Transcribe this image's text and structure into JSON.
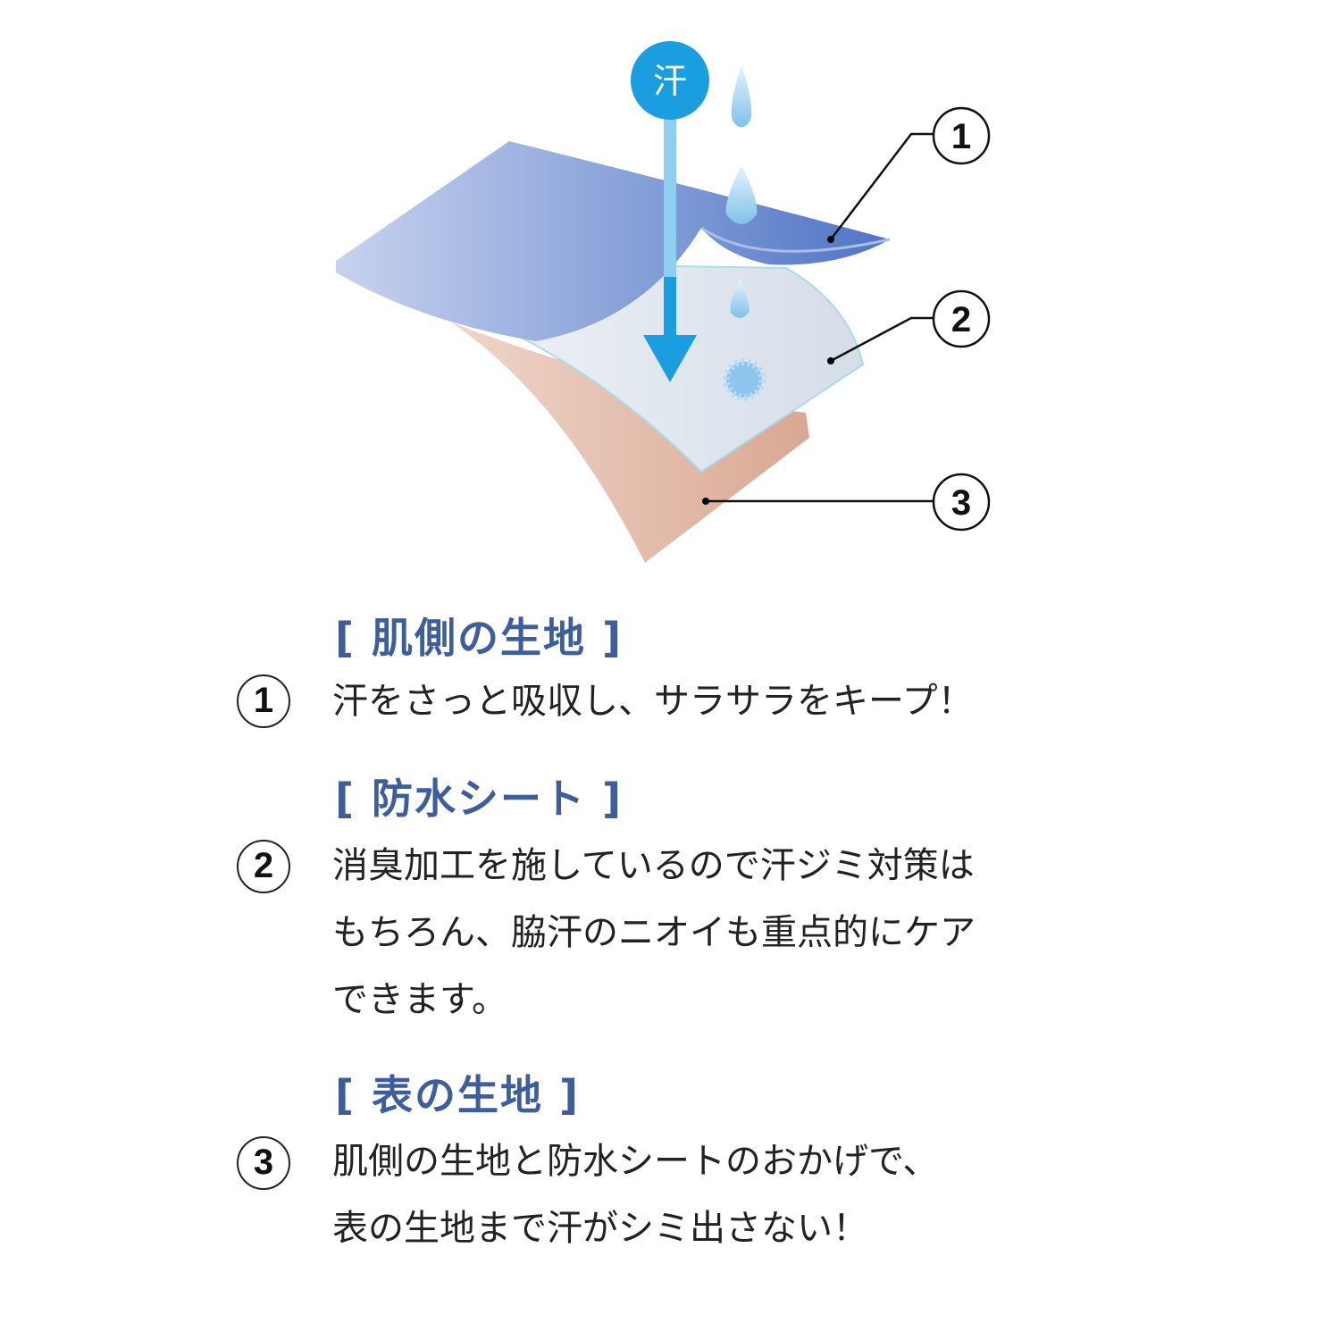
{
  "diagram": {
    "sweat_label": "汗",
    "callouts": [
      "1",
      "2",
      "3"
    ],
    "colors": {
      "sweat_badge": "#1b9ee0",
      "layer1": "#6f8fd0",
      "layer2": "#e6ebf2",
      "layer3": "#e8c4b4",
      "heading": "#3c5e9c"
    }
  },
  "sections": [
    {
      "number": "1",
      "heading": "[ 肌側の生地 ]",
      "lines": [
        "汗をさっと吸収し、サラサラをキープ！"
      ]
    },
    {
      "number": "2",
      "heading": "[ 防水シート ]",
      "lines": [
        "消臭加工を施しているので汗ジミ対策は",
        "もちろん、脇汗のニオイも重点的にケア",
        "できます。"
      ]
    },
    {
      "number": "3",
      "heading": "[ 表の生地 ]",
      "lines": [
        "肌側の生地と防水シートのおかげで、",
        "表の生地まで汗がシミ出さない！"
      ]
    }
  ]
}
